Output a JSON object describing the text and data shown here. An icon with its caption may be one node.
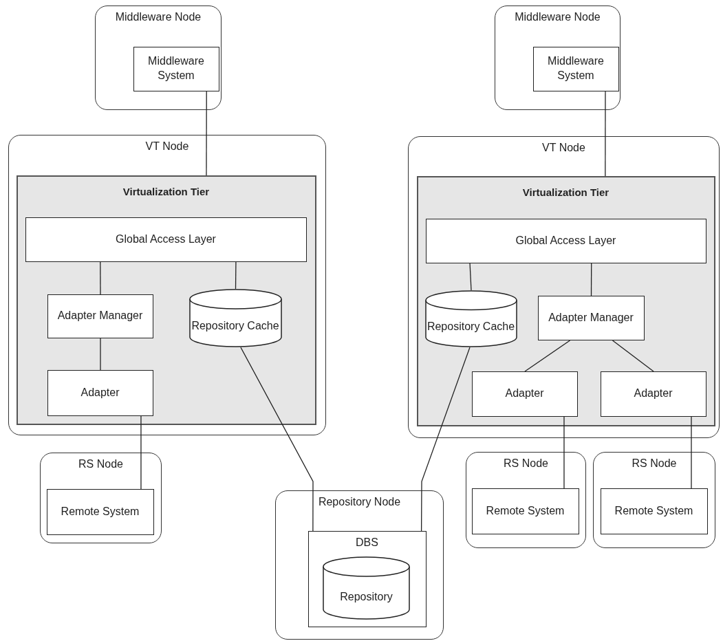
{
  "diagram": {
    "nodes": [
      {
        "text": [
          "Middleware Node"
        ]
      },
      {
        "text": [
          "Middleware System"
        ],
        "in": 0
      },
      {
        "text": [
          "Middleware Node"
        ]
      },
      {
        "text": [
          "Middleware System"
        ],
        "in": 2
      },
      {
        "text": [
          "VT Node"
        ]
      },
      {
        "text": [
          "Virtualization Tier"
        ],
        "in": 4
      },
      {
        "text": [
          "Global Access Layer"
        ],
        "in": 5
      },
      {
        "text": [
          "Adapter Manager"
        ],
        "in": 5
      },
      {
        "text": [
          "Repository Cache"
        ],
        "in": 5
      },
      {
        "text": [
          "Adapter"
        ],
        "in": 5
      },
      {
        "text": [
          "VT Node"
        ]
      },
      {
        "text": [
          "Virtualization Tier"
        ],
        "in": 10
      },
      {
        "text": [
          "Global Access Layer"
        ],
        "in": 11
      },
      {
        "text": [
          "Repository Cache"
        ],
        "in": 11
      },
      {
        "text": [
          "Adapter Manager"
        ],
        "in": 11
      },
      {
        "text": [
          "Adapter"
        ],
        "in": 11
      },
      {
        "text": [
          "Adapter"
        ],
        "in": 11
      },
      {
        "text": [
          "RS Node"
        ]
      },
      {
        "text": [
          "Remote System"
        ],
        "in": 17
      },
      {
        "text": [
          "Repository Node"
        ]
      },
      {
        "text": [
          "DBS"
        ],
        "in": 19
      },
      {
        "text": [
          "Repository"
        ],
        "in": 20
      },
      {
        "text": [
          "RS Node"
        ]
      },
      {
        "text": [
          "Remote System"
        ],
        "in": 22
      },
      {
        "text": [
          "RS Node"
        ]
      },
      {
        "text": [
          "Remote System"
        ],
        "in": 24
      }
    ],
    "edges": [
      {
        "from": 1,
        "to": 5,
        "arrow": "none"
      },
      {
        "from": 6,
        "to": 7,
        "arrow": "none"
      },
      {
        "from": 6,
        "to": 8,
        "arrow": "none"
      },
      {
        "from": 7,
        "to": 9,
        "arrow": "none"
      },
      {
        "from": 9,
        "to": 18,
        "arrow": "none"
      },
      {
        "from": 8,
        "to": 20,
        "arrow": "none"
      },
      {
        "from": 13,
        "to": 20,
        "arrow": "none"
      },
      {
        "from": 12,
        "to": 13,
        "arrow": "none"
      },
      {
        "from": 12,
        "to": 14,
        "arrow": "none"
      },
      {
        "from": 14,
        "to": 15,
        "arrow": "none"
      },
      {
        "from": 14,
        "to": 16,
        "arrow": "none"
      },
      {
        "from": 15,
        "to": 23,
        "arrow": "none"
      },
      {
        "from": 16,
        "to": 25,
        "arrow": "none"
      },
      {
        "from": 3,
        "to": 11,
        "arrow": "none"
      }
    ]
  }
}
